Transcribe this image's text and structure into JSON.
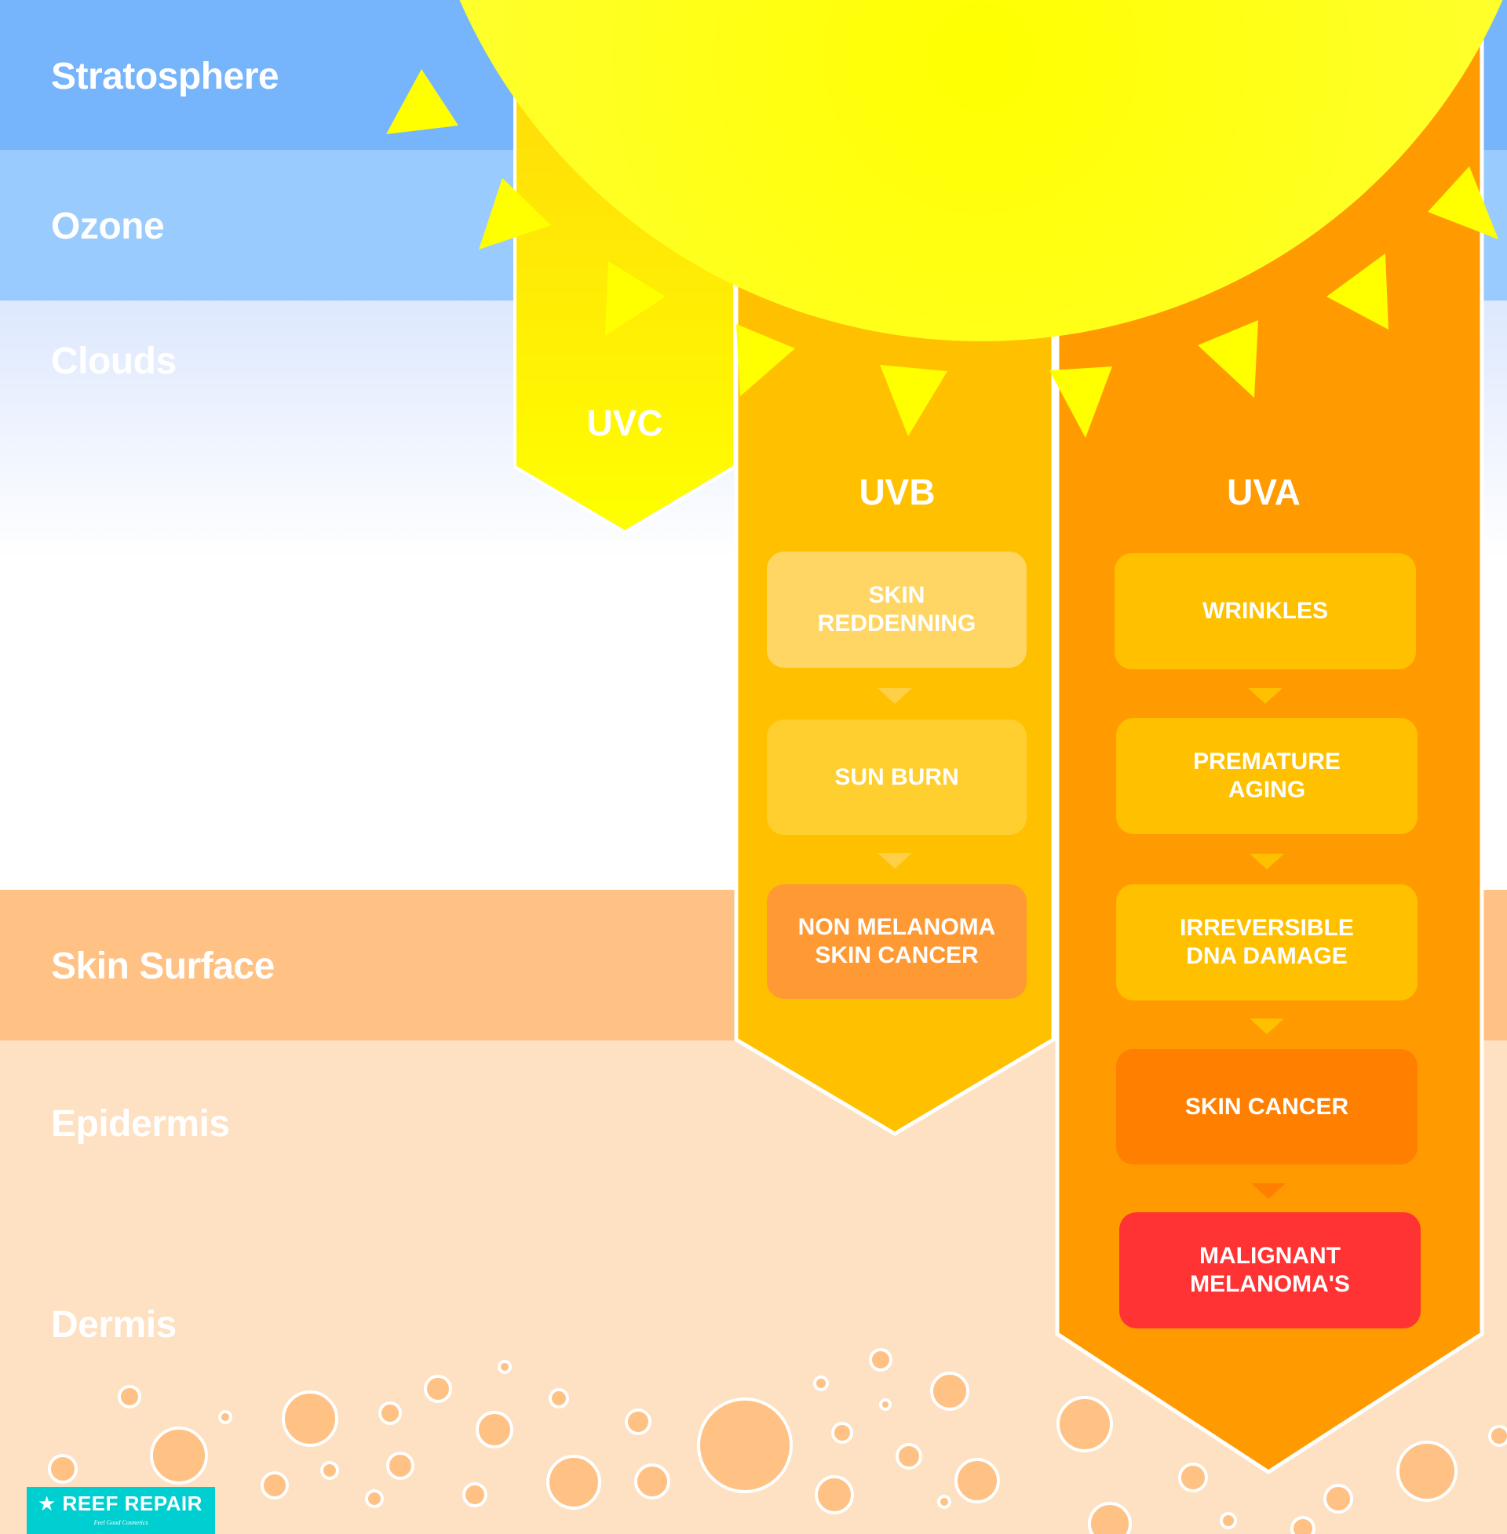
{
  "layers": [
    {
      "id": "stratosphere",
      "label": "Stratosphere",
      "color": "#76b4fc"
    },
    {
      "id": "ozone",
      "label": "Ozone",
      "color": "#99cbfe"
    },
    {
      "id": "clouds",
      "label": "Clouds",
      "color": "#dde8fe"
    },
    {
      "id": "skin-surface",
      "label": "Skin Surface",
      "color": "#ffc184"
    },
    {
      "id": "epidermis",
      "label": "Epidermis",
      "color": "#fee0c2"
    },
    {
      "id": "dermis",
      "label": "Dermis",
      "color": "#fee0c2"
    }
  ],
  "rays": {
    "uvc": {
      "label": "UVC",
      "color": "#fff200",
      "effects": []
    },
    "uvb": {
      "label": "UVB",
      "color": "#ffc000",
      "effects": [
        {
          "label": "SKIN\nREDDENNING",
          "color": "#ffd664"
        },
        {
          "label": "SUN BURN",
          "color": "#ffcf30"
        },
        {
          "label": "NON MELANOMA\nSKIN CANCER",
          "color": "#ff9933"
        }
      ]
    },
    "uva": {
      "label": "UVA",
      "color": "#ff9a00",
      "effects": [
        {
          "label": "WRINKLES",
          "color": "#ffc000"
        },
        {
          "label": "PREMATURE\nAGING",
          "color": "#ffc000"
        },
        {
          "label": "IRREVERSIBLE\nDNA DAMAGE",
          "color": "#ffc000"
        },
        {
          "label": "SKIN CANCER",
          "color": "#ff7f00"
        },
        {
          "label": "MALIGNANT\nMELANOMA'S",
          "color": "#ff3333"
        }
      ]
    }
  },
  "sun": {
    "color": "#ffff1a"
  },
  "logo": {
    "brand": "REEF REPAIR",
    "tagline": "Feel Good Cosmetics",
    "icon": "starfish-icon",
    "color": "#00cfd1"
  }
}
